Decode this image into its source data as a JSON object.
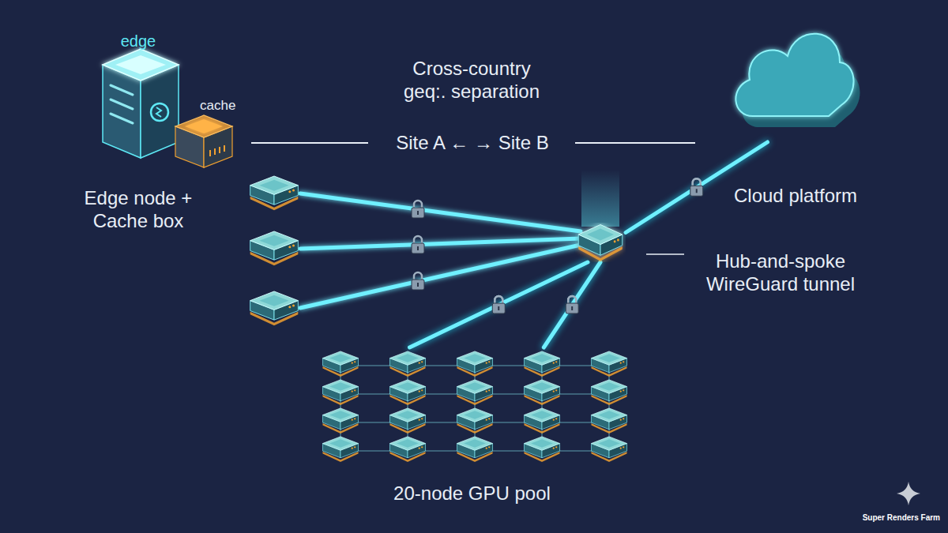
{
  "diagram": {
    "nodes": [
      {
        "text": [
          "edge",
          "cache",
          "Edge node + Cache box"
        ]
      },
      {
        "text": [
          "Hub-and-spoke WireGuard tunnel"
        ]
      },
      {
        "text": [
          "Cloud platform"
        ]
      },
      {
        "text": [
          "20-node GPU pool"
        ]
      }
    ],
    "edges": [
      {
        "from": 3,
        "to": 1,
        "arrow": "none"
      },
      {
        "from": 3,
        "to": 1,
        "arrow": "none"
      },
      {
        "from": 1,
        "to": 2,
        "arrow": "none"
      }
    ],
    "labels": [
      "Cross-country geq:. separation",
      "Site A ← → Site B",
      "Super Renders Farm"
    ]
  }
}
